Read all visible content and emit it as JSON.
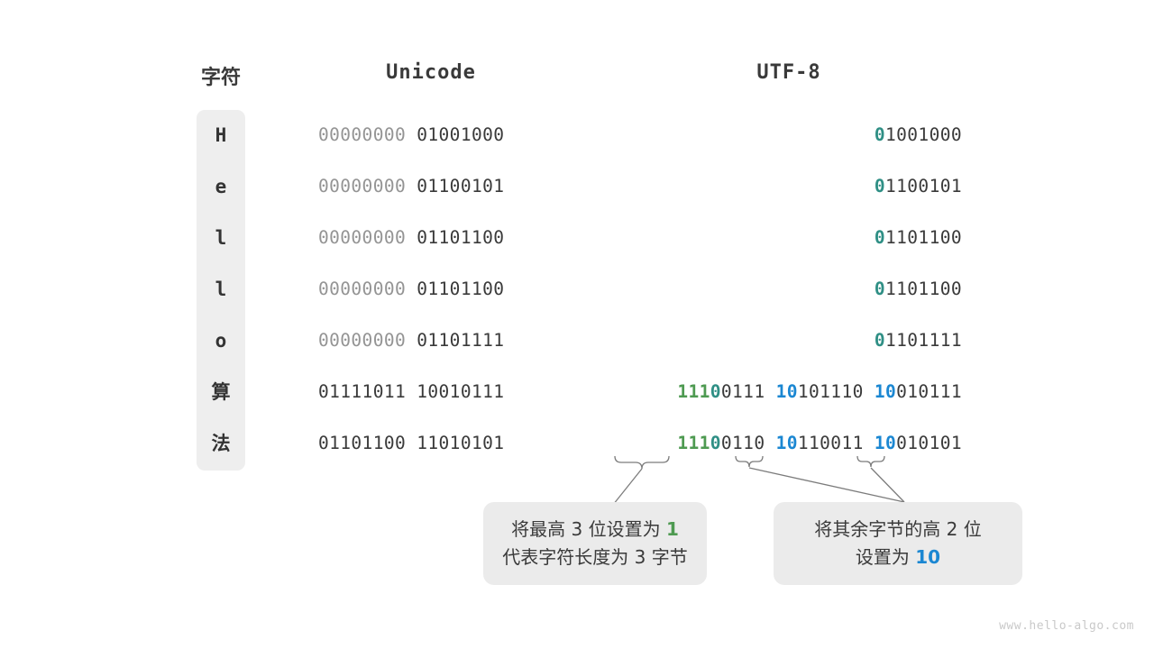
{
  "headers": {
    "char": "字符",
    "unicode": "Unicode",
    "utf8": "UTF-8"
  },
  "colors": {
    "green": "#4e9a51",
    "teal": "#2f8f85",
    "blue": "#1b87d2",
    "dark": "#3a3a3a",
    "dim": "#949494",
    "panel": "#eeeeee",
    "callout_bg": "#ebebeb"
  },
  "rows": [
    {
      "char": "H",
      "char_type": "latin",
      "unicode_high": "00000000",
      "unicode_low": "01001000",
      "utf8_bytes": [
        {
          "prefix": "0",
          "prefix_color": "teal",
          "rest": "1001000"
        }
      ]
    },
    {
      "char": "e",
      "char_type": "latin",
      "unicode_high": "00000000",
      "unicode_low": "01100101",
      "utf8_bytes": [
        {
          "prefix": "0",
          "prefix_color": "teal",
          "rest": "1100101"
        }
      ]
    },
    {
      "char": "l",
      "char_type": "latin",
      "unicode_high": "00000000",
      "unicode_low": "01101100",
      "utf8_bytes": [
        {
          "prefix": "0",
          "prefix_color": "teal",
          "rest": "1101100"
        }
      ]
    },
    {
      "char": "l",
      "char_type": "latin",
      "unicode_high": "00000000",
      "unicode_low": "01101100",
      "utf8_bytes": [
        {
          "prefix": "0",
          "prefix_color": "teal",
          "rest": "1101100"
        }
      ]
    },
    {
      "char": "o",
      "char_type": "latin",
      "unicode_high": "00000000",
      "unicode_low": "01101111",
      "utf8_bytes": [
        {
          "prefix": "0",
          "prefix_color": "teal",
          "rest": "1101111"
        }
      ]
    },
    {
      "char": "算",
      "char_type": "cjk",
      "unicode_high": "01111011",
      "unicode_low": "10010111",
      "utf8_bytes": [
        {
          "prefix": "111",
          "prefix_color": "green",
          "prefix2": "0",
          "prefix2_color": "teal",
          "rest": "0111"
        },
        {
          "prefix": "10",
          "prefix_color": "blue",
          "rest": "101110"
        },
        {
          "prefix": "10",
          "prefix_color": "blue",
          "rest": "010111"
        }
      ]
    },
    {
      "char": "法",
      "char_type": "cjk",
      "unicode_high": "01101100",
      "unicode_low": "11010101",
      "utf8_bytes": [
        {
          "prefix": "111",
          "prefix_color": "green",
          "prefix2": "0",
          "prefix2_color": "teal",
          "rest": "0110"
        },
        {
          "prefix": "10",
          "prefix_color": "blue",
          "rest": "110011"
        },
        {
          "prefix": "10",
          "prefix_color": "blue",
          "rest": "010101"
        }
      ]
    }
  ],
  "callouts": [
    {
      "id": "callout-length-prefix",
      "line1_pre": "将最高 3 位设置为 ",
      "line1_num": "1",
      "line1_num_color": "green",
      "line2": "代表字符长度为 3 字节"
    },
    {
      "id": "callout-continuation-prefix",
      "line1": "将其余字节的高 2 位",
      "line2_pre": "设置为 ",
      "line2_num": "10",
      "line2_num_color": "blue"
    }
  ],
  "watermark": "www.hello-algo.com"
}
